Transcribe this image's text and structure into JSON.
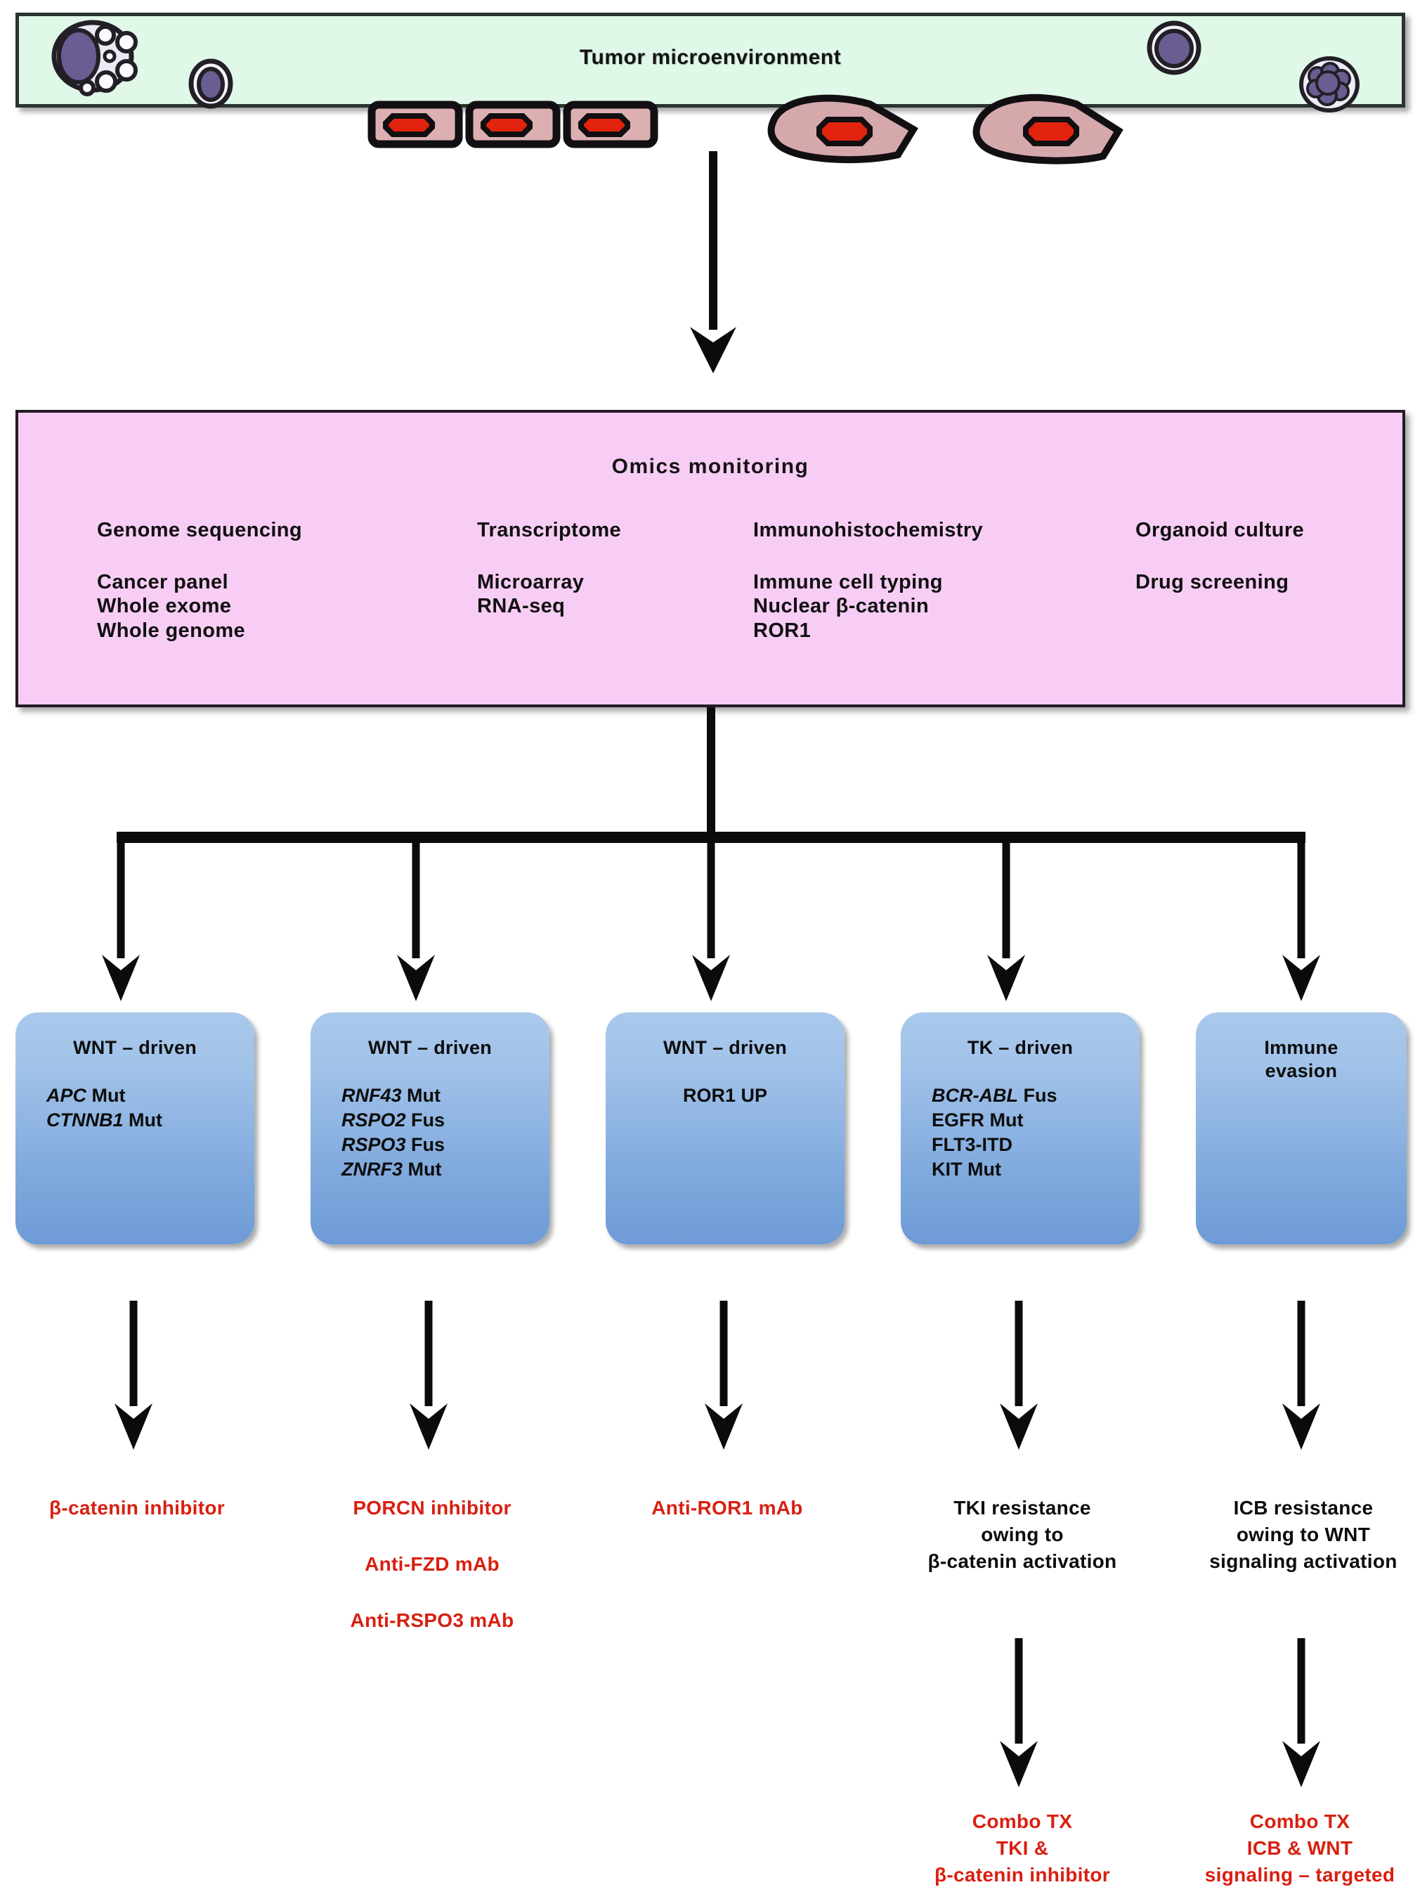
{
  "tme": {
    "title": "Tumor microenvironment",
    "bg_color": "#e0f8e8",
    "border_color": "#2b332f",
    "cells": [
      {
        "name": "macrophage-foam-cell",
        "type": "vacuolated-cell"
      },
      {
        "name": "lymphocyte-small",
        "type": "round-immune-cell"
      },
      {
        "name": "epithelial-tumor-cell-1",
        "type": "rect-tumor-cell"
      },
      {
        "name": "epithelial-tumor-cell-2",
        "type": "rect-tumor-cell"
      },
      {
        "name": "epithelial-tumor-cell-3",
        "type": "rect-tumor-cell"
      },
      {
        "name": "fibroblast-cell-1",
        "type": "spindle-stromal-cell"
      },
      {
        "name": "fibroblast-cell-2",
        "type": "spindle-stromal-cell"
      },
      {
        "name": "lymphocyte-right",
        "type": "round-immune-cell"
      },
      {
        "name": "granulocyte-cell",
        "type": "lobed-nucleus-cell"
      }
    ]
  },
  "omics": {
    "title": "Omics  monitoring",
    "bg_color": "#f7cdf5",
    "columns": [
      {
        "heading": "Genome  sequencing",
        "items": [
          "Cancer  panel",
          "Whole  exome",
          "Whole  genome"
        ]
      },
      {
        "heading": "Transcriptome",
        "items": [
          "Microarray",
          "RNA-seq"
        ]
      },
      {
        "heading": "Immunohistochemistry",
        "items": [
          "Immune  cell  typing",
          "Nuclear  β-catenin",
          "ROR1"
        ]
      },
      {
        "heading": "Organoid  culture",
        "items": [
          "Drug  screening"
        ]
      }
    ]
  },
  "drivers": {
    "accent_color": "#7fa9dd",
    "boxes": [
      {
        "title": "WNT – driven",
        "items": [
          {
            "gene": "APC",
            "suffix": " Mut"
          },
          {
            "gene": "CTNNB1",
            "suffix": " Mut"
          }
        ]
      },
      {
        "title": "WNT – driven",
        "items": [
          {
            "gene": "RNF43",
            "suffix": " Mut"
          },
          {
            "gene": "RSPO2",
            "suffix": " Fus"
          },
          {
            "gene": "RSPO3",
            "suffix": " Fus"
          },
          {
            "gene": "ZNRF3",
            "suffix": " Mut"
          }
        ]
      },
      {
        "title": "WNT – driven",
        "items": [
          {
            "gene": "",
            "suffix": "ROR1 UP"
          }
        ]
      },
      {
        "title": "TK – driven",
        "items": [
          {
            "gene": "BCR-ABL",
            "suffix": " Fus"
          },
          {
            "gene": "",
            "suffix": "EGFR  Mut"
          },
          {
            "gene": "",
            "suffix": "FLT3-ITD"
          },
          {
            "gene": "",
            "suffix": "KIT  Mut"
          }
        ]
      },
      {
        "title": "Immune\nevasion",
        "items": []
      }
    ]
  },
  "outcomes": {
    "red_color": "#d91f11",
    "black_color": "#0d0d0d",
    "col1": [
      {
        "lines": [
          "β-catenin inhibitor"
        ],
        "color": "red"
      }
    ],
    "col2": [
      {
        "lines": [
          "PORCN  inhibitor"
        ],
        "color": "red"
      },
      {
        "lines": [
          "Anti-FZD  mAb"
        ],
        "color": "red"
      },
      {
        "lines": [
          "Anti-RSPO3  mAb"
        ],
        "color": "red"
      }
    ],
    "col3": [
      {
        "lines": [
          "Anti-ROR1  mAb"
        ],
        "color": "red"
      }
    ],
    "col4": [
      {
        "lines": [
          "TKI  resistance",
          "owing  to",
          "β-catenin  activation"
        ],
        "color": "black"
      }
    ],
    "col5": [
      {
        "lines": [
          "ICB  resistance",
          "owing  to  WNT",
          "signaling  activation"
        ],
        "color": "black"
      }
    ],
    "col4_final": {
      "lines": [
        "Combo  TX",
        "TKI  &",
        "β-catenin inhibitor"
      ],
      "color": "red"
    },
    "col5_final": {
      "lines": [
        "Combo  TX",
        "ICB  &  WNT",
        "signaling – targeted"
      ],
      "color": "red"
    }
  }
}
